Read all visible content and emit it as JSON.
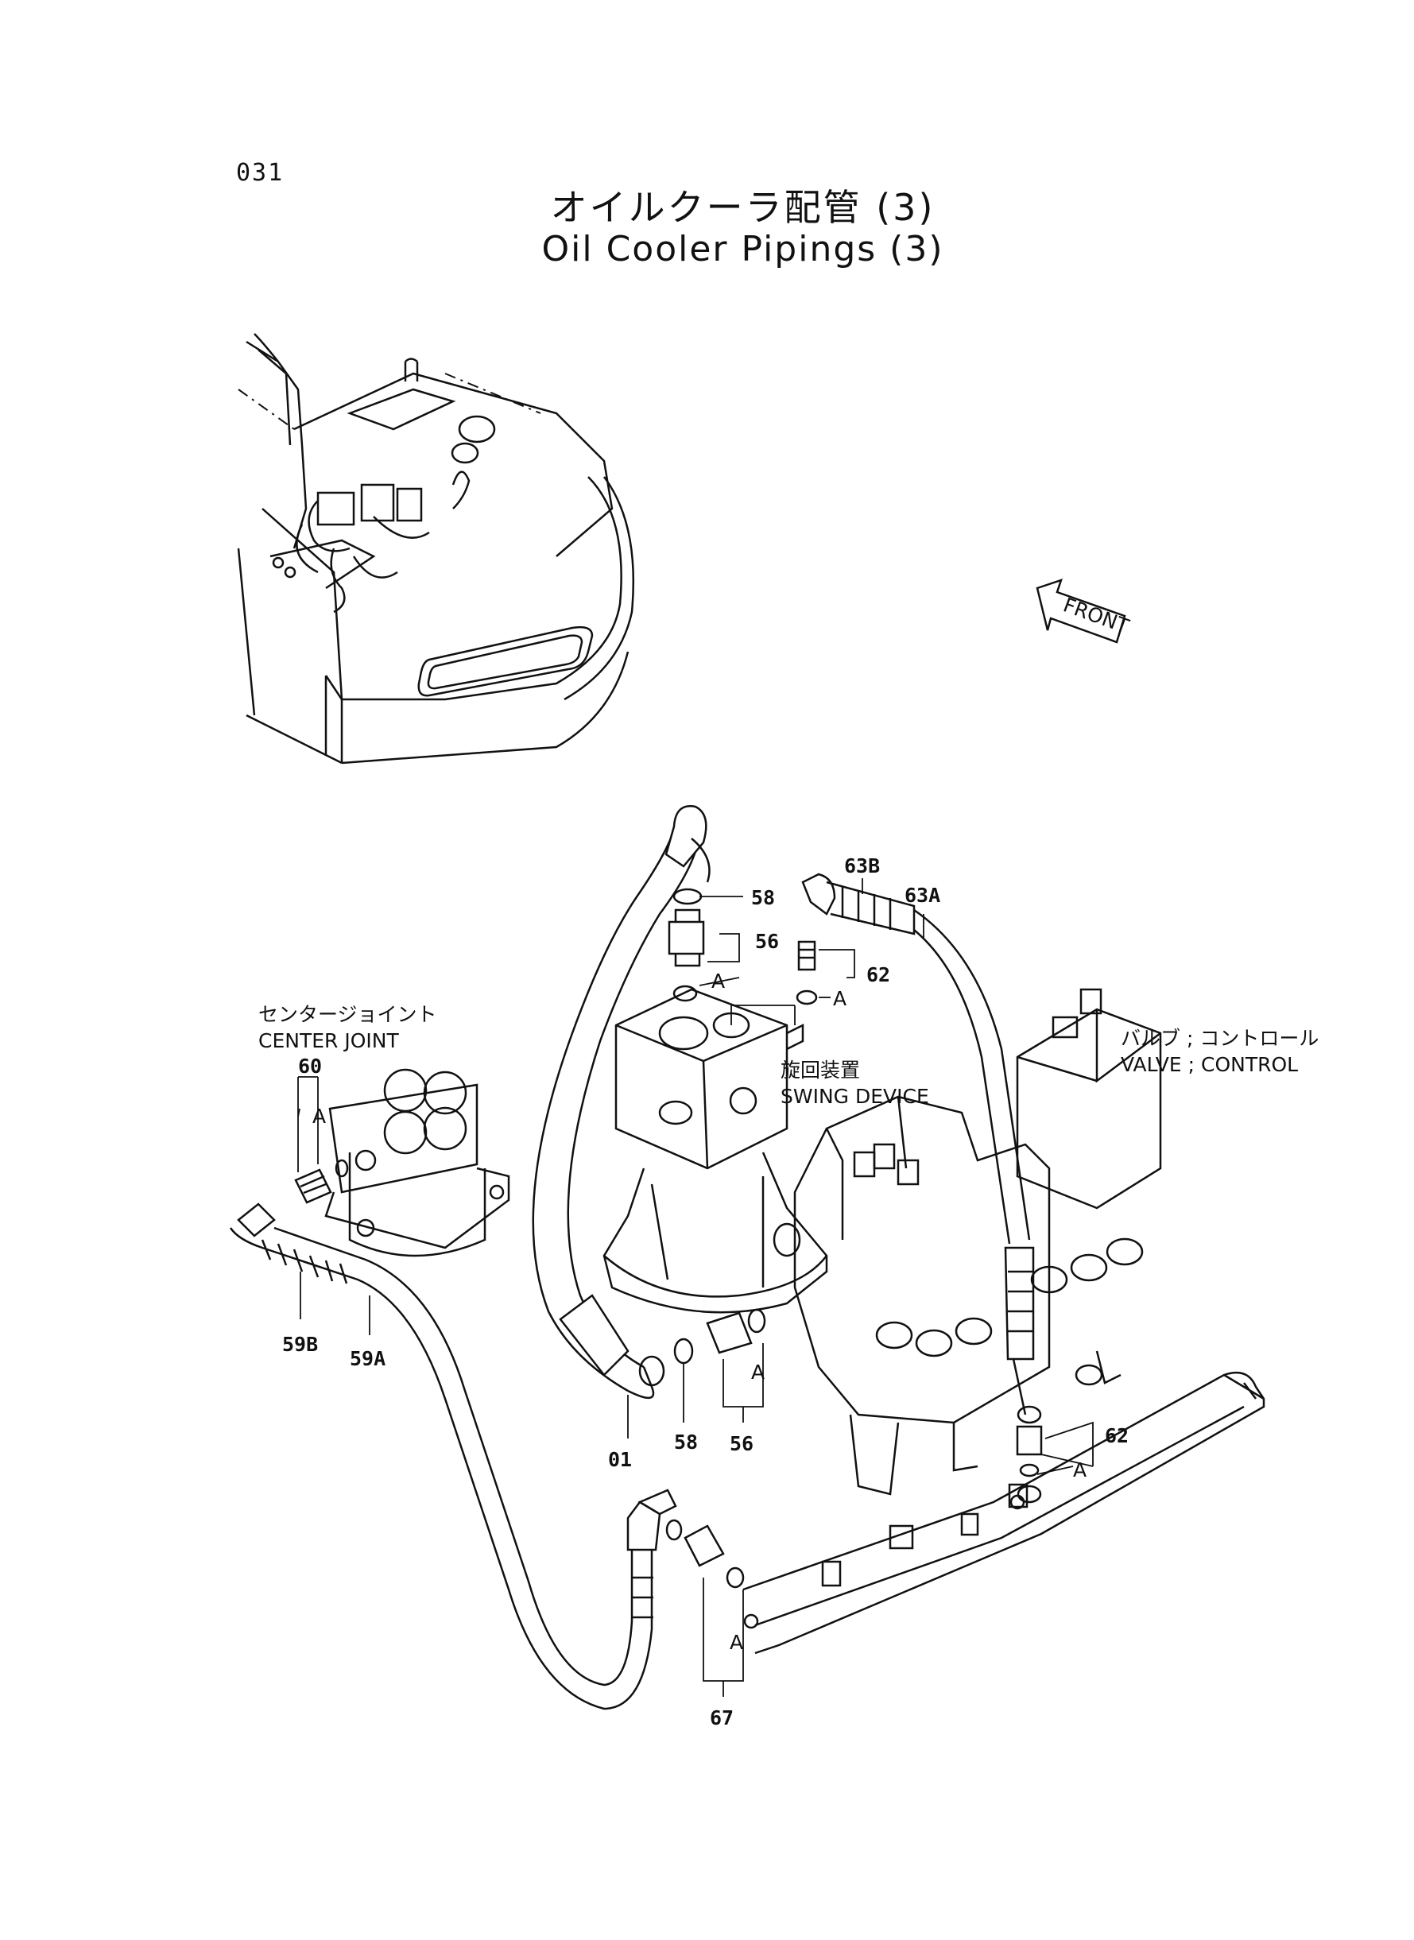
{
  "page_number": "031",
  "title_jp": "オイルクーラ配管 (3)",
  "title_en": "Oil Cooler Pipings (3)",
  "front_label": "FRONT",
  "components": {
    "center_joint_jp": "センタージョイント",
    "center_joint_en": "CENTER JOINT",
    "swing_device_jp": "旋回装置",
    "swing_device_en": "SWING DEVICE",
    "valve_control_jp": "バルブ ; コントロール",
    "valve_control_en": "VALVE ; CONTROL"
  },
  "callouts": {
    "c58_top": "58",
    "c56_top": "56",
    "c63B": "63B",
    "c63A": "63A",
    "c62_top": "62",
    "c60": "60",
    "c59B": "59B",
    "c59A": "59A",
    "c01": "01",
    "c58_bottom": "58",
    "c56_bottom": "56",
    "c62_bottom": "62",
    "c67": "67"
  },
  "a_marker": "A"
}
